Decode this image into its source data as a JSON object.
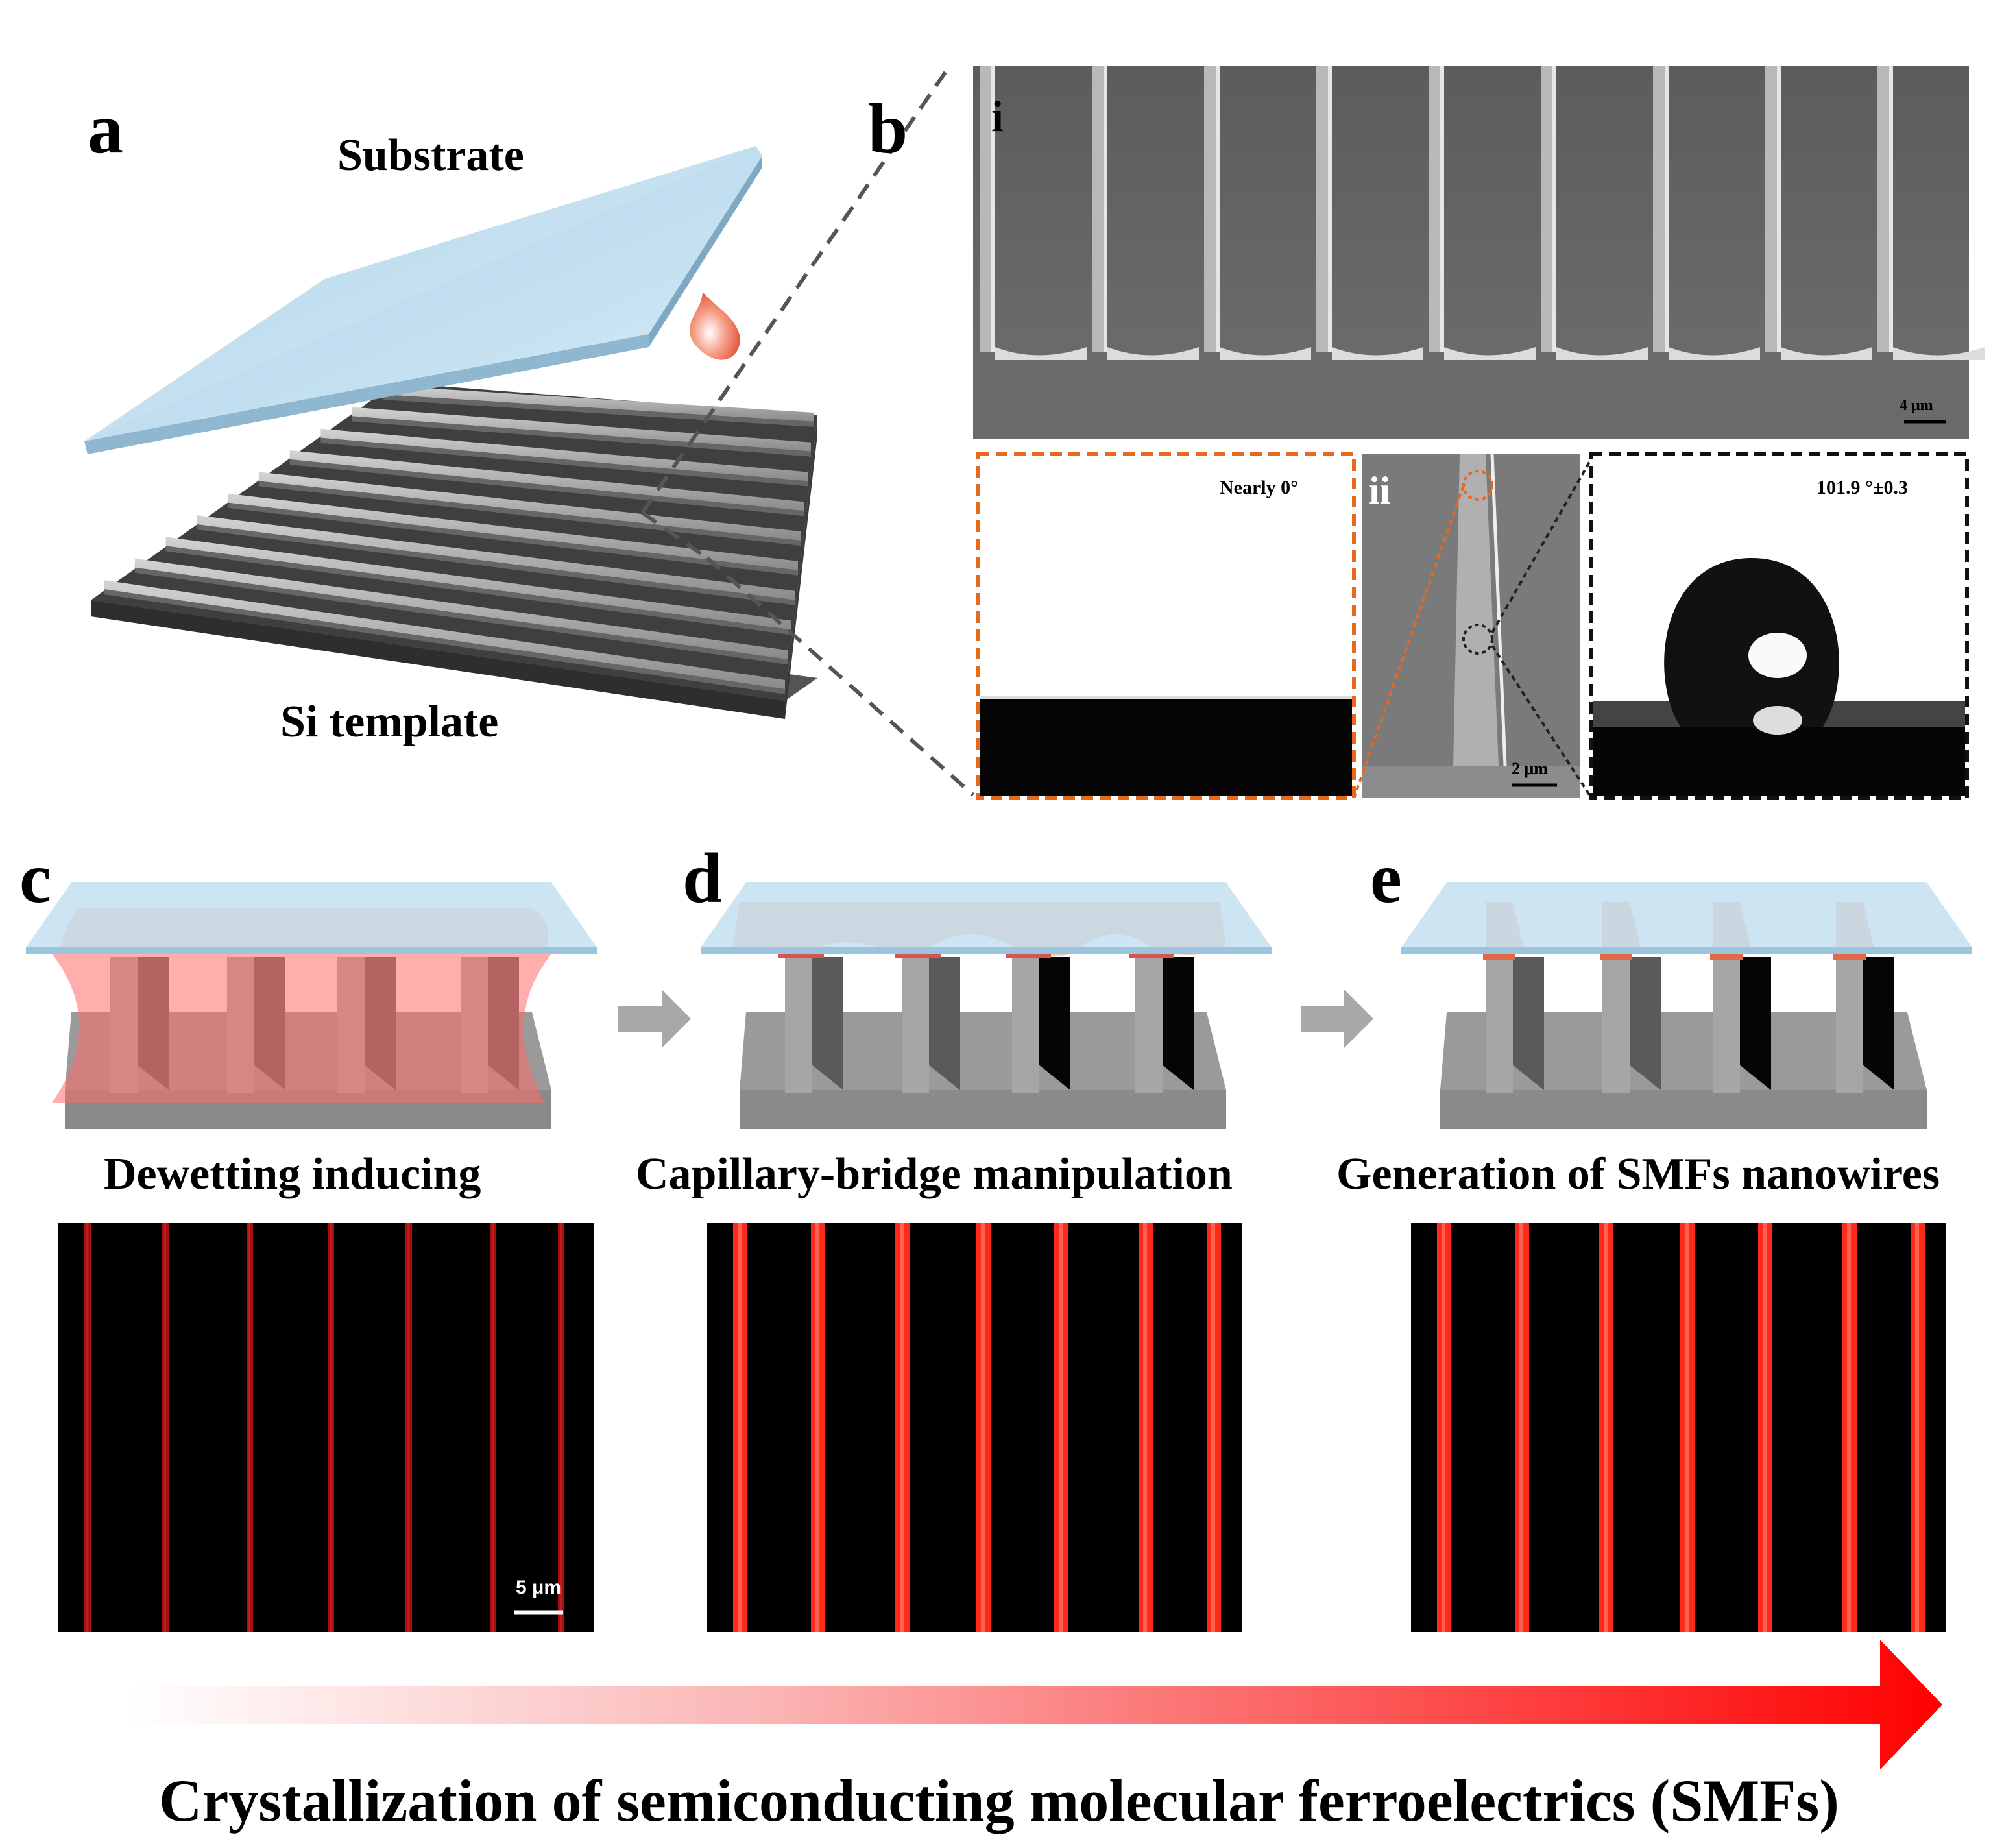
{
  "panels": {
    "a": {
      "letter": "a",
      "substrate": "Substrate",
      "template": "Si template"
    },
    "b": {
      "letter": "b",
      "sub_i": "i",
      "sub_ii": "ii",
      "scale_i": "4 μm",
      "scale_ii": "2 μm",
      "angle_left": "Nearly 0°",
      "angle_right": "101.9 °±0.3"
    },
    "c": {
      "letter": "c",
      "caption": "Dewetting inducing",
      "scale": "5 μm"
    },
    "d": {
      "letter": "d",
      "caption": "Capillary-bridge manipulation"
    },
    "e": {
      "letter": "e",
      "caption": "Generation of SMFs nanowires"
    }
  },
  "footer": {
    "caption": "Crystallization of semiconducting molecular ferroelectrics (SMFs)"
  },
  "colors": {
    "accent_red": "#ff1a1a",
    "orange_frame": "#e8681e",
    "glass": "#bcdcee",
    "silicon": "#9a9a9a"
  }
}
